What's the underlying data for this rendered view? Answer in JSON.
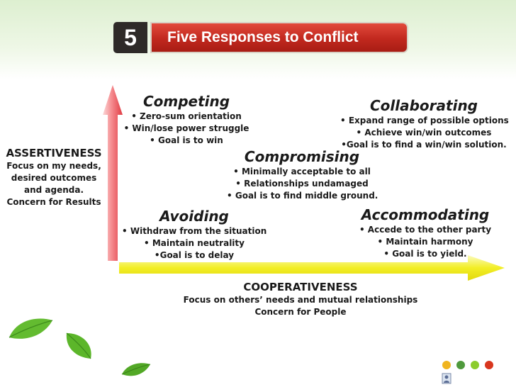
{
  "header": {
    "slide_number": "5",
    "title": "Five Responses to Conflict"
  },
  "y_axis": {
    "title": "ASSERTIVENESS",
    "description": [
      "Focus on my needs,",
      "desired outcomes",
      "and agenda.",
      "Concern for Results"
    ]
  },
  "x_axis": {
    "title": "COOPERATIVENESS",
    "description": [
      "Focus on others’ needs and mutual relationships",
      "Concern for People"
    ]
  },
  "styles": {
    "competing": {
      "heading": "Competing",
      "bullets": [
        "• Zero-sum orientation",
        "• Win/lose power struggle",
        "• Goal is to win"
      ]
    },
    "collaborating": {
      "heading": "Collaborating",
      "bullets": [
        "• Expand range of possible options",
        "• Achieve win/win outcomes",
        "•Goal is to find a win/win solution."
      ]
    },
    "compromising": {
      "heading": "Compromising",
      "bullets": [
        "• Minimally acceptable to all",
        "• Relationships undamaged",
        "• Goal is to find middle ground."
      ]
    },
    "avoiding": {
      "heading": "Avoiding",
      "bullets": [
        "• Withdraw from the situation",
        "• Maintain neutrality",
        "•Goal is to delay"
      ]
    },
    "accommodating": {
      "heading": "Accommodating",
      "bullets": [
        "• Accede to the other party",
        "• Maintain harmony",
        "• Goal is to yield."
      ]
    }
  },
  "colors": {
    "title_bar": "#c1281e",
    "vertical_arrow": "#e8424a",
    "horizontal_arrow": "#f2ee1e",
    "leaf": "#5cb82e",
    "nav_dots": [
      "#f0b41e",
      "#4f9a3c",
      "#8ccc2c",
      "#d8361e"
    ]
  },
  "icons": [
    "leaf-icon",
    "nav-dot-icon",
    "person-icon"
  ]
}
